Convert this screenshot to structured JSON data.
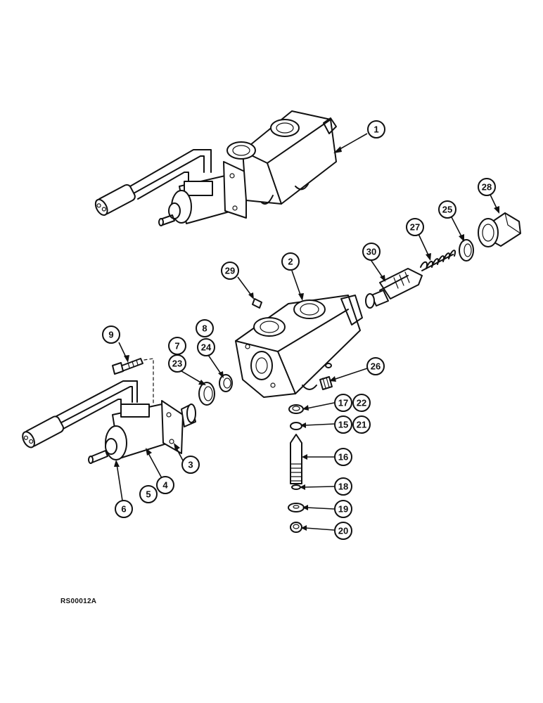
{
  "reference_code": "RS00012A",
  "callouts": [
    {
      "id": "1",
      "label": "1"
    },
    {
      "id": "2",
      "label": "2"
    },
    {
      "id": "3",
      "label": "3"
    },
    {
      "id": "4",
      "label": "4"
    },
    {
      "id": "5",
      "label": "5"
    },
    {
      "id": "6",
      "label": "6"
    },
    {
      "id": "7",
      "label": "7"
    },
    {
      "id": "8",
      "label": "8"
    },
    {
      "id": "9",
      "label": "9"
    },
    {
      "id": "15",
      "label": "15"
    },
    {
      "id": "16",
      "label": "16"
    },
    {
      "id": "17",
      "label": "17"
    },
    {
      "id": "18",
      "label": "18"
    },
    {
      "id": "19",
      "label": "19"
    },
    {
      "id": "20",
      "label": "20"
    },
    {
      "id": "21",
      "label": "21"
    },
    {
      "id": "22",
      "label": "22"
    },
    {
      "id": "23",
      "label": "23"
    },
    {
      "id": "24",
      "label": "24"
    },
    {
      "id": "25",
      "label": "25"
    },
    {
      "id": "26",
      "label": "26"
    },
    {
      "id": "27",
      "label": "27"
    },
    {
      "id": "28",
      "label": "28"
    },
    {
      "id": "29",
      "label": "29"
    },
    {
      "id": "30",
      "label": "30"
    }
  ]
}
